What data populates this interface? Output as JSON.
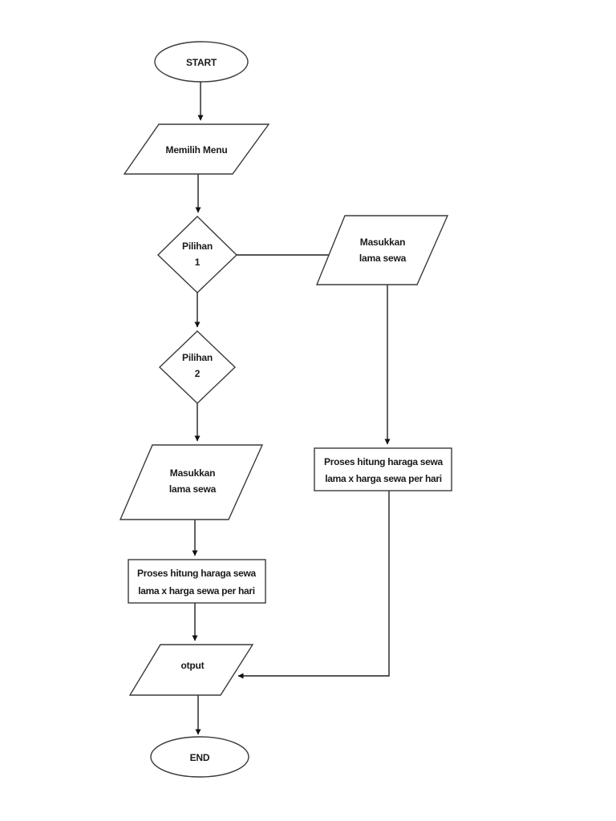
{
  "diagram": {
    "type": "flowchart",
    "nodes": {
      "start": {
        "type": "terminator",
        "label": "START"
      },
      "memilih_menu": {
        "type": "input_output",
        "label": "Memilih Menu"
      },
      "pilihan1": {
        "type": "decision",
        "line1": "Pilihan",
        "line2": "1"
      },
      "pilihan2": {
        "type": "decision",
        "line1": "Pilihan",
        "line2": "2"
      },
      "masukkan_left": {
        "type": "input_output",
        "line1": "Masukkan",
        "line2": "lama sewa"
      },
      "masukkan_right": {
        "type": "input_output",
        "line1": "Masukkan",
        "line2": "lama sewa"
      },
      "proses_left": {
        "type": "process",
        "line1": "Proses hitung haraga sewa",
        "line2": "lama x harga sewa per hari"
      },
      "proses_right": {
        "type": "process",
        "line1": "Proses hitung haraga sewa",
        "line2": "lama x harga sewa per hari"
      },
      "otput": {
        "type": "input_output",
        "label": "otput"
      },
      "end": {
        "type": "terminator",
        "label": "END"
      }
    },
    "edges": [
      {
        "from": "start",
        "to": "memilih_menu",
        "arrow": true
      },
      {
        "from": "memilih_menu",
        "to": "pilihan1",
        "arrow": true
      },
      {
        "from": "pilihan1",
        "to": "masukkan_right",
        "arrow": false
      },
      {
        "from": "pilihan1",
        "to": "pilihan2",
        "arrow": true
      },
      {
        "from": "pilihan2",
        "to": "masukkan_left",
        "arrow": true
      },
      {
        "from": "masukkan_left",
        "to": "proses_left",
        "arrow": true
      },
      {
        "from": "proses_left",
        "to": "otput",
        "arrow": true
      },
      {
        "from": "masukkan_right",
        "to": "proses_right",
        "arrow": true
      },
      {
        "from": "proses_right",
        "to": "otput",
        "arrow": true
      },
      {
        "from": "otput",
        "to": "end",
        "arrow": true
      }
    ],
    "colors": {
      "background": "#ffffff",
      "shape_stroke": "#3a3a3a",
      "connector_stroke": "#1f1f1f",
      "text": "#1a1a1a"
    }
  }
}
